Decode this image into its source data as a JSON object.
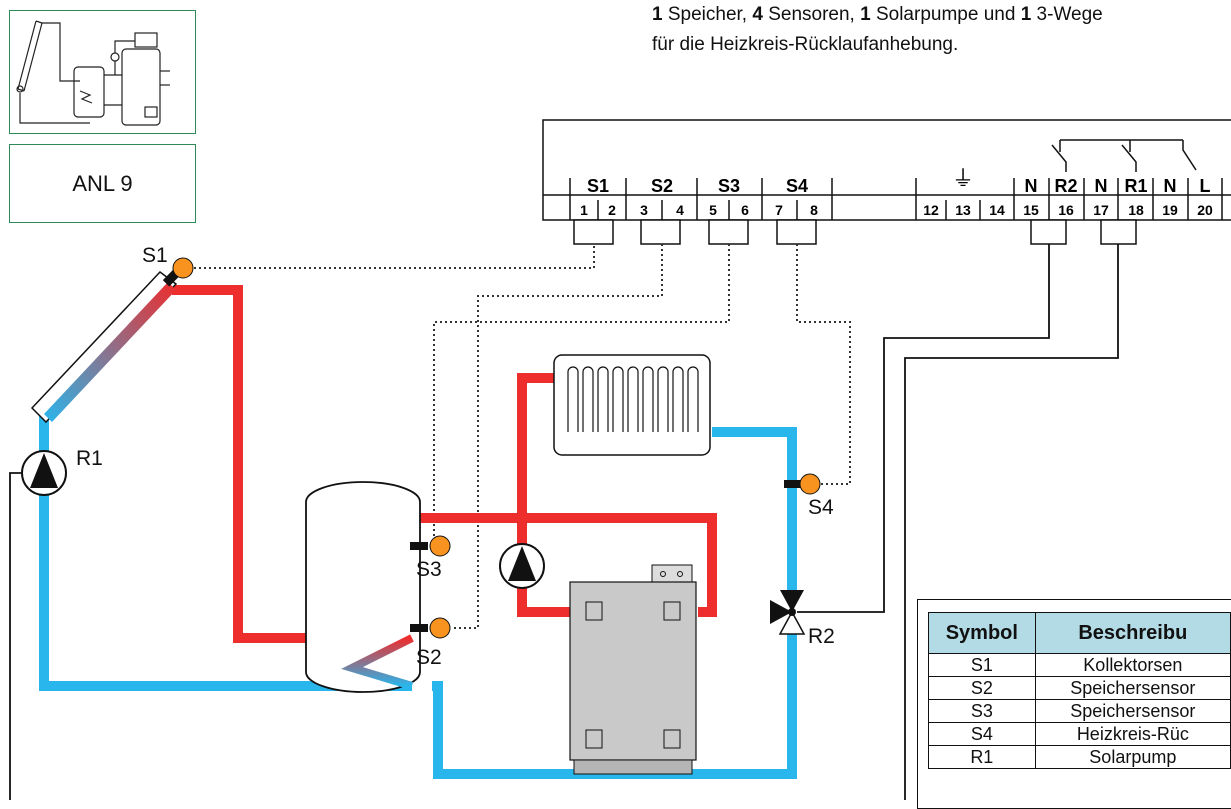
{
  "caption": {
    "line1_parts": [
      "1",
      " Speicher, ",
      "4",
      " Sensoren, ",
      "1",
      " Solarpumpe und ",
      "1",
      " 3-Wege"
    ],
    "line2": "für die Heizkreis-Rücklaufanhebung."
  },
  "scheme_label": "ANL 9",
  "controller": {
    "sensor_groups": [
      "S1",
      "S2",
      "S3",
      "S4"
    ],
    "terminals": [
      "1",
      "2",
      "3",
      "4",
      "5",
      "6",
      "7",
      "8",
      "12",
      "13",
      "14",
      "15",
      "16",
      "17",
      "18",
      "19",
      "20"
    ],
    "relay_labels": [
      "N",
      "R2",
      "N",
      "R1",
      "N",
      "L"
    ],
    "ground_symbol": "⏚"
  },
  "components": {
    "collector_sensor": "S1",
    "solar_pump": "R1",
    "store_sensor_top": "S3",
    "store_sensor_bottom": "S2",
    "return_sensor": "S4",
    "valve": "R2"
  },
  "legend": {
    "headers": [
      "Symbol",
      "Beschreibu"
    ],
    "rows": [
      {
        "symbol": "S1",
        "desc": "Kollektorsen"
      },
      {
        "symbol": "S2",
        "desc": "Speichersensor"
      },
      {
        "symbol": "S3",
        "desc": "Speichersensor"
      },
      {
        "symbol": "S4",
        "desc": "Heizkreis-Rüc"
      },
      {
        "symbol": "R1",
        "desc": "Solarpump"
      }
    ]
  },
  "colors": {
    "hot": "#ee2d2d",
    "cold": "#29b6ec",
    "sensor": "#f7931e",
    "frame": "#2e8b57",
    "header_bg": "#b3dbe6"
  }
}
